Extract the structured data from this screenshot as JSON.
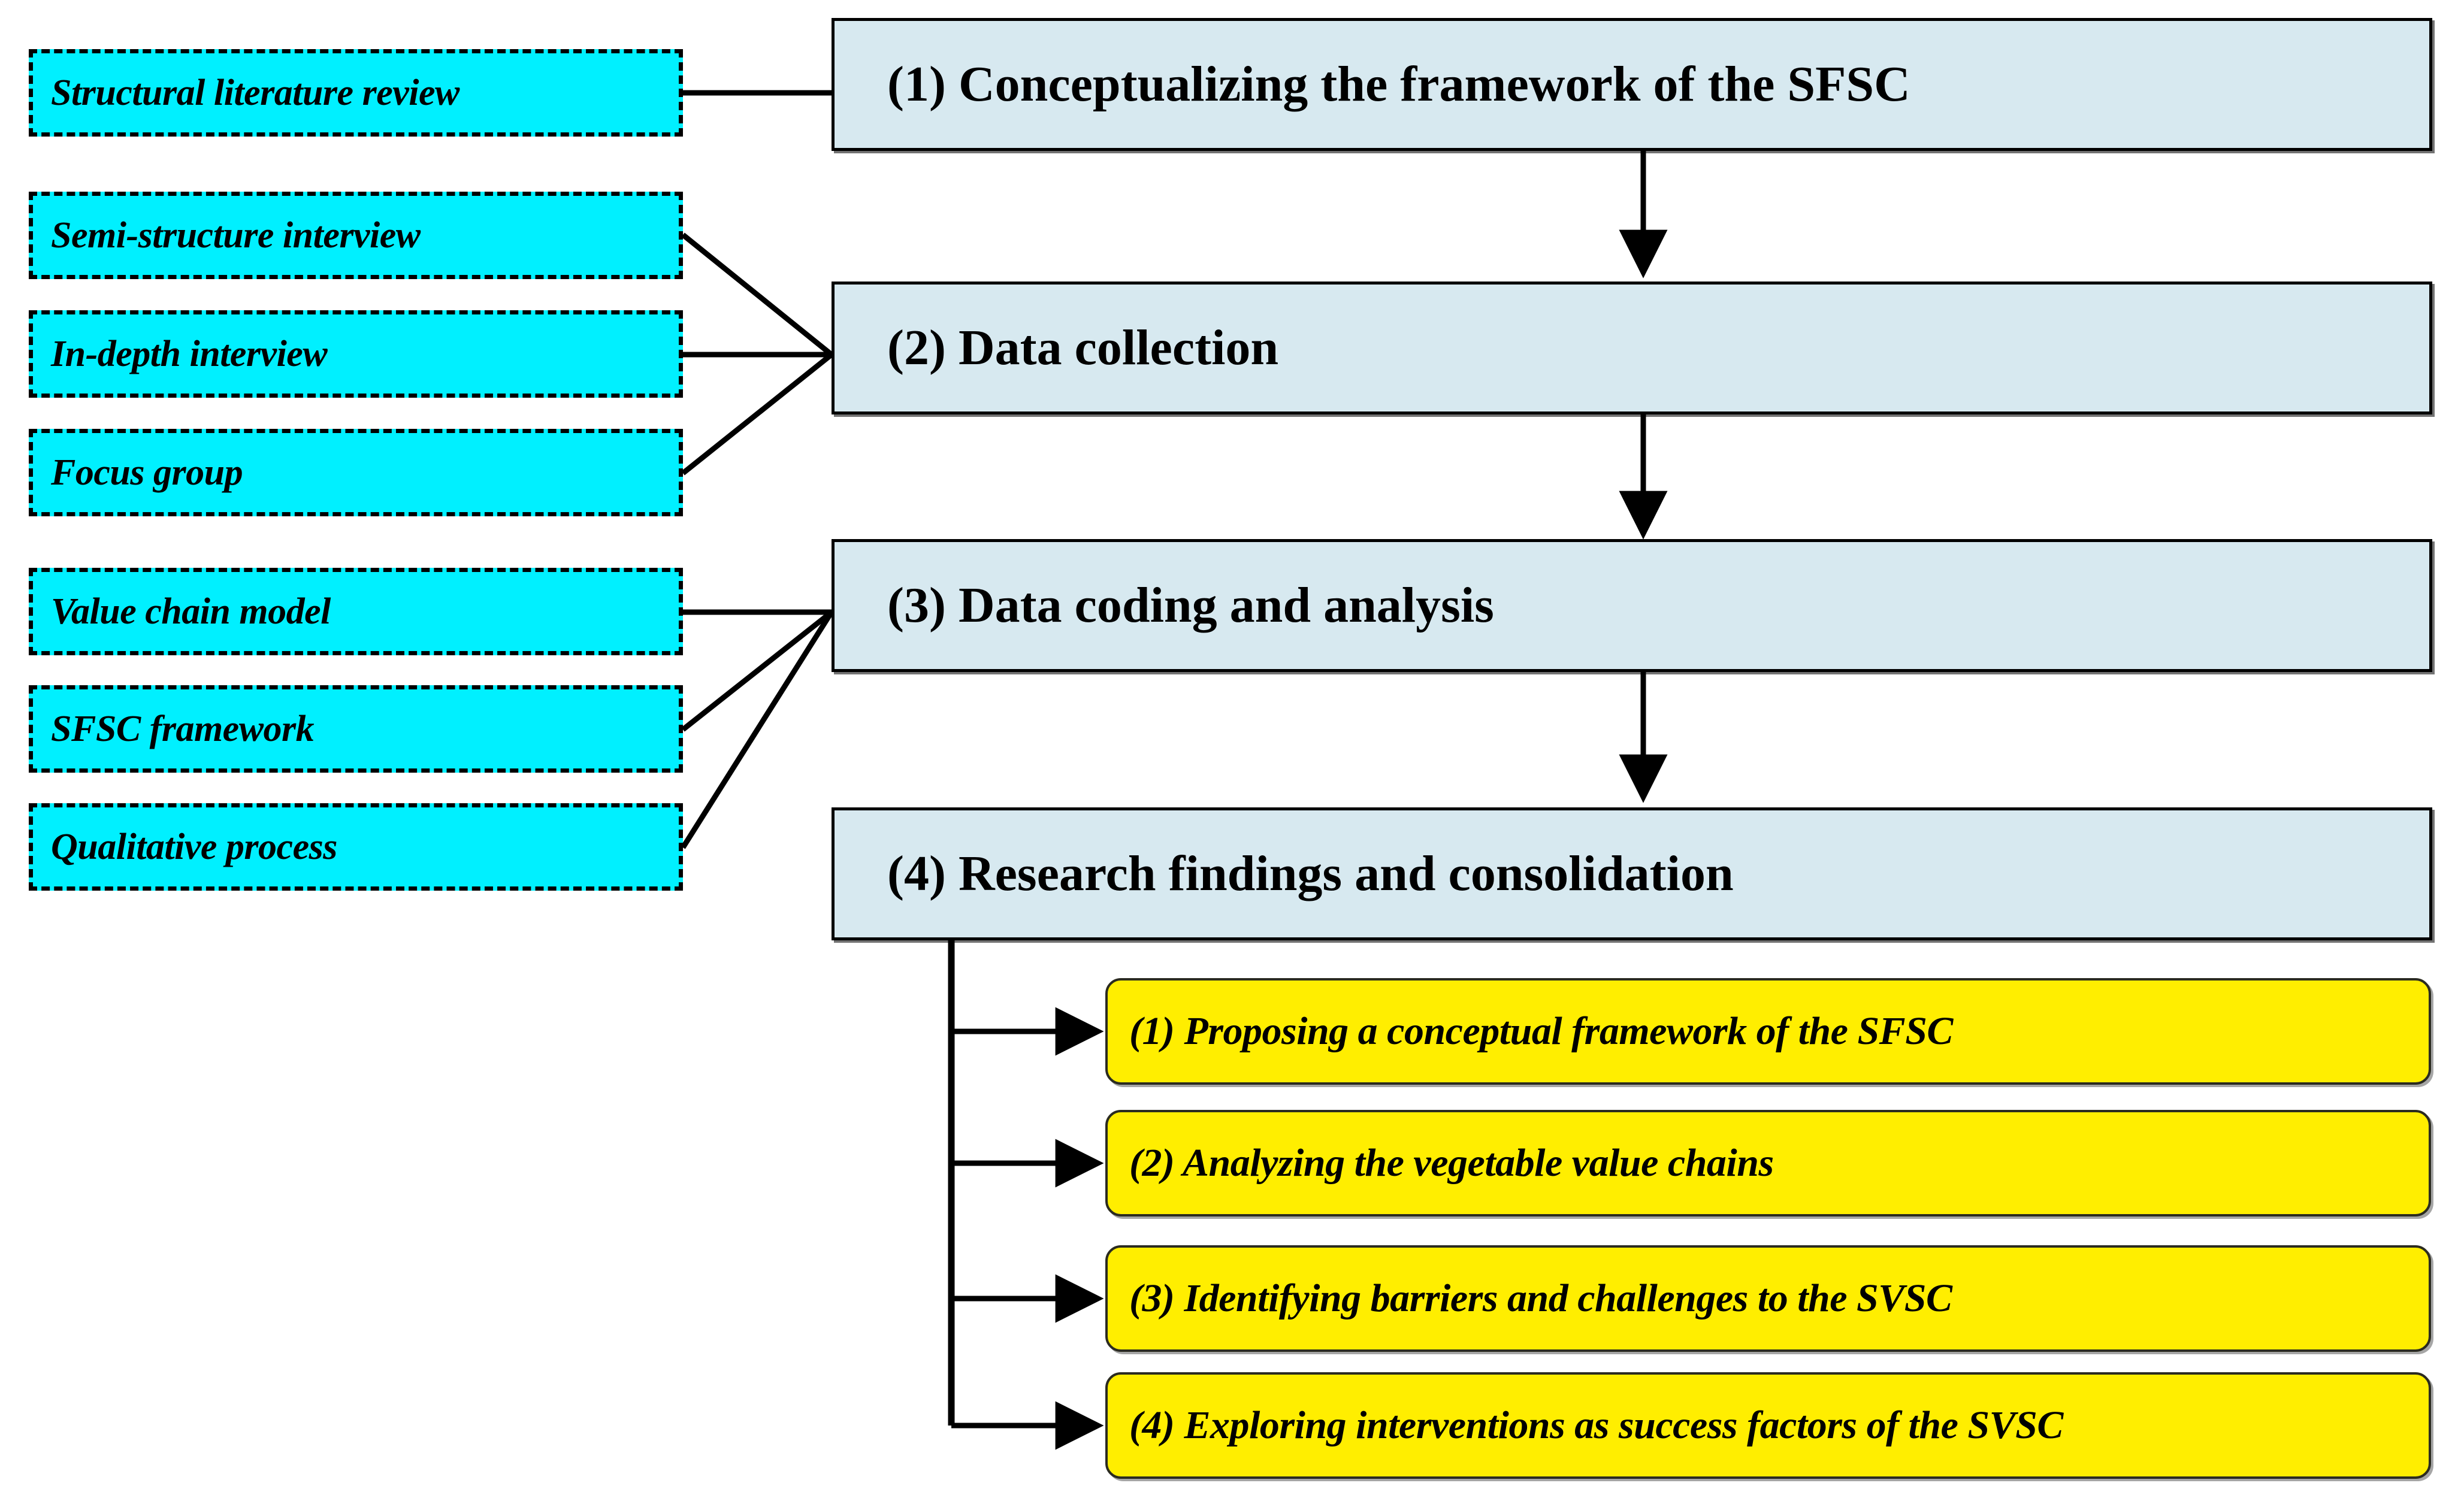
{
  "diagram": {
    "title": "Research methodology flowchart",
    "colors": {
      "source_fill": "#00F0FF",
      "stage_fill": "#D7E9F0",
      "outcome_fill": "#FFEE00",
      "line": "#000000",
      "text": "#000000"
    }
  },
  "sources": {
    "group_1": [
      {
        "label": "Structural literature review"
      }
    ],
    "group_2": [
      {
        "label": "Semi-structure interview"
      },
      {
        "label": "In-depth interview"
      },
      {
        "label": "Focus group"
      }
    ],
    "group_3": [
      {
        "label": "Value chain model"
      },
      {
        "label": "SFSC framework"
      },
      {
        "label": "Qualitative process"
      }
    ]
  },
  "stages": [
    {
      "label": "(1) Conceptualizing the framework of the SFSC"
    },
    {
      "label": "(2) Data collection"
    },
    {
      "label": "(3) Data coding and analysis"
    },
    {
      "label": "(4) Research findings and consolidation"
    }
  ],
  "outcomes": [
    {
      "label": "(1) Proposing a conceptual framework of the SFSC"
    },
    {
      "label": "(2) Analyzing the vegetable value chains"
    },
    {
      "label": "(3) Identifying barriers and challenges to the SVSC"
    },
    {
      "label": "(4) Exploring interventions as success factors of the SVSC"
    }
  ]
}
